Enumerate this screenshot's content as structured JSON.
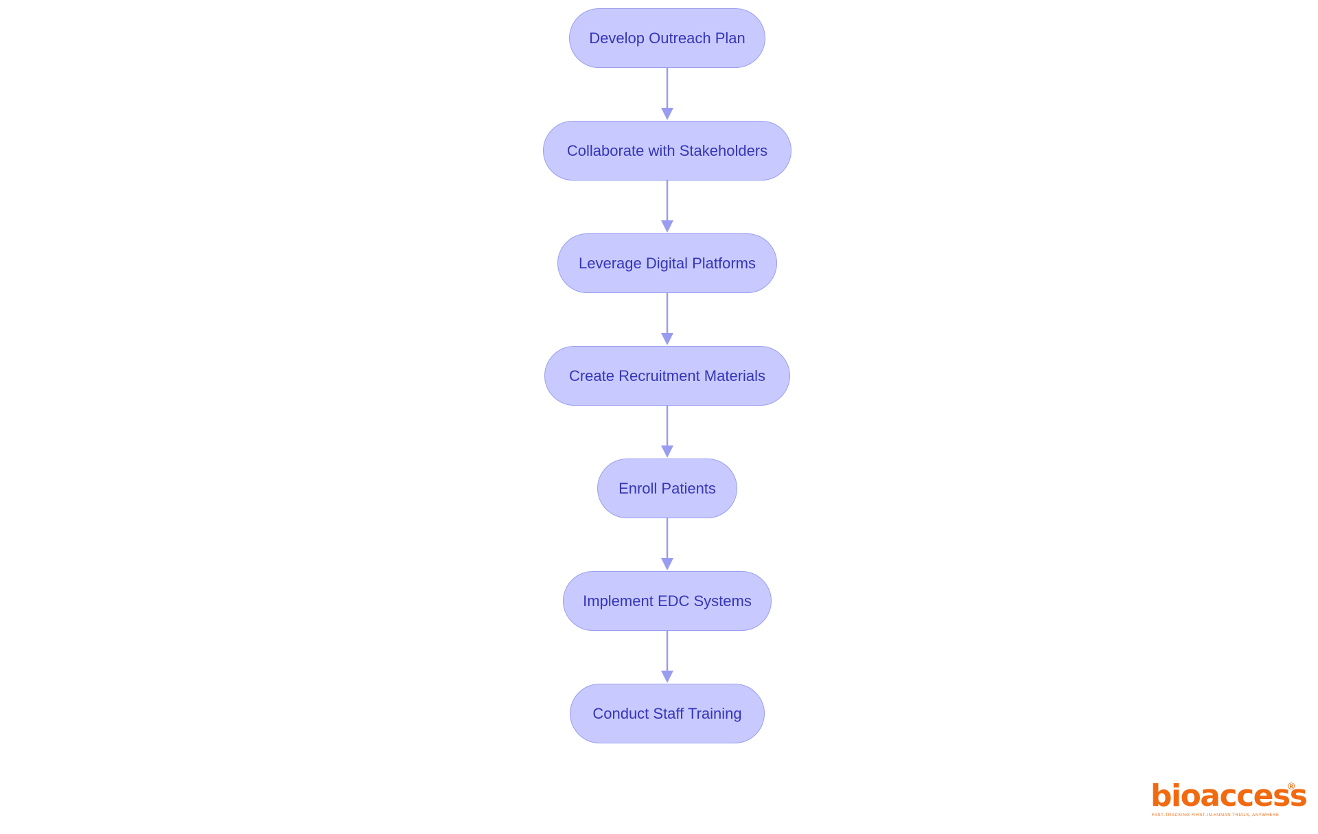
{
  "colors": {
    "node_fill": "#c8caff",
    "node_border": "#9a9df0",
    "node_text": "#3535b8",
    "edge": "#999cef",
    "brand": "#f26a10"
  },
  "flow": {
    "steps": [
      {
        "label": "Develop Outreach Plan"
      },
      {
        "label": "Collaborate with Stakeholders"
      },
      {
        "label": "Leverage Digital Platforms"
      },
      {
        "label": "Create Recruitment Materials"
      },
      {
        "label": "Enroll Patients"
      },
      {
        "label": "Implement EDC Systems"
      },
      {
        "label": "Conduct Staff Training"
      }
    ]
  },
  "logo": {
    "wordmark": "bioaccess",
    "registered": "®",
    "tagline": "FAST-TRACKING FIRST-IN-HUMAN TRIALS, ANYWHERE"
  }
}
